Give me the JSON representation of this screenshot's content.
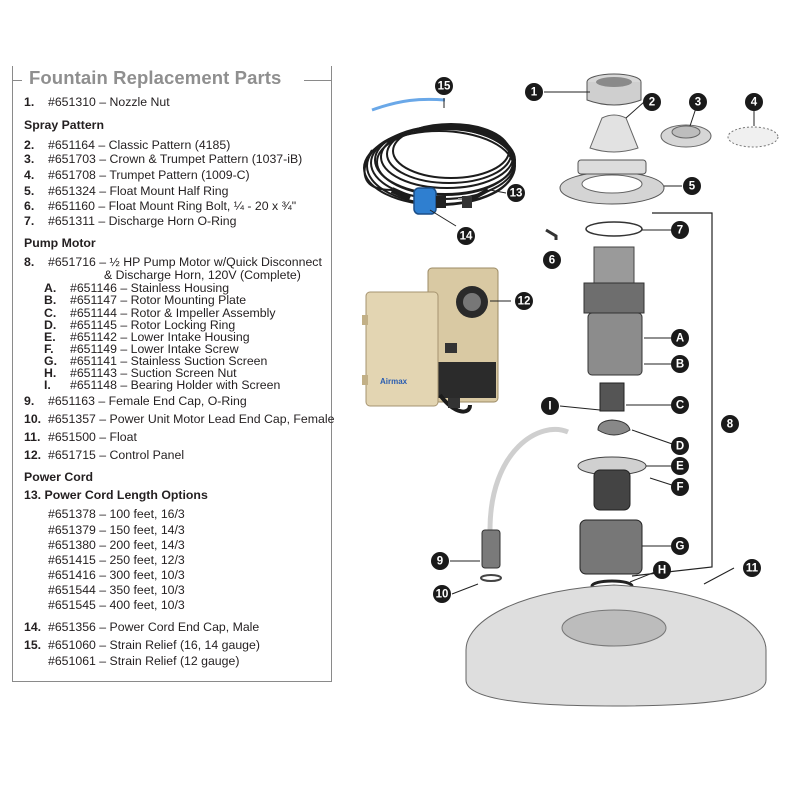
{
  "title": "Fountain Replacement Parts",
  "parts": [
    {
      "n": "1.",
      "t": "#651310 – Nozzle Nut"
    },
    {
      "head": "Spray Pattern"
    },
    {
      "n": "2.",
      "t": "#651164 – Classic Pattern (4185)"
    },
    {
      "n": "3.",
      "t": "#651703 – Crown & Trumpet Pattern (1037-iB)"
    },
    {
      "n": "4.",
      "t": "#651708 – Trumpet Pattern (1009-C)"
    },
    {
      "n": "5.",
      "t": "#651324 – Float Mount Half Ring"
    },
    {
      "n": "6.",
      "t": "#651160 – Float Mount Ring Bolt, ¼ - 20 x ¾\""
    },
    {
      "n": "7.",
      "t": "#651311 – Discharge Horn O-Ring"
    },
    {
      "head": "Pump Motor"
    },
    {
      "n": "8.",
      "t": "#651716 – ½ HP Pump Motor w/Quick Disconnect"
    },
    {
      "t2": "& Discharge Horn, 120V (Complete)"
    },
    {
      "l": "A.",
      "t": "#651146 – Stainless Housing"
    },
    {
      "l": "B.",
      "t": "#651147 – Rotor Mounting Plate"
    },
    {
      "l": "C.",
      "t": "#651144 – Rotor & Impeller Assembly"
    },
    {
      "l": "D.",
      "t": "#651145 – Rotor Locking Ring"
    },
    {
      "l": "E.",
      "t": "#651142 – Lower Intake Housing"
    },
    {
      "l": "F.",
      "t": "#651149 – Lower Intake Screw"
    },
    {
      "l": "G.",
      "t": "#651141 – Stainless Suction Screen"
    },
    {
      "l": "H.",
      "t": "#651143 – Suction Screen Nut"
    },
    {
      "l": "I.",
      "t": "#651148 – Bearing Holder with Screen"
    },
    {
      "n": "9.",
      "t": "#651163 – Female End Cap, O-Ring"
    },
    {
      "n": "10.",
      "t": "#651357 – Power Unit Motor Lead End Cap, Female"
    },
    {
      "n": "11.",
      "t": "#651500 – Float"
    },
    {
      "n": "12.",
      "t": "#651715 – Control Panel"
    },
    {
      "head": "Power Cord"
    },
    {
      "head": "13. Power Cord Length Options"
    },
    {
      "c": "#651378 – 100 feet, 16/3"
    },
    {
      "c": "#651379 – 150 feet, 14/3"
    },
    {
      "c": "#651380 – 200 feet, 14/3"
    },
    {
      "c": "#651415 – 250 feet, 12/3"
    },
    {
      "c": "#651416 – 300 feet, 10/3"
    },
    {
      "c": "#651544 – 350 feet, 10/3"
    },
    {
      "c": "#651545 – 400 feet, 10/3"
    },
    {
      "n": "14.",
      "t": "#651356 – Power Cord End Cap, Male"
    },
    {
      "n": "15.",
      "t": "#651060 – Strain Relief (16, 14 gauge)"
    },
    {
      "c": "#651061 – Strain Relief (12 gauge)"
    }
  ],
  "callouts": [
    "1",
    "2",
    "3",
    "4",
    "5",
    "6",
    "7",
    "8",
    "9",
    "10",
    "11",
    "12",
    "13",
    "14",
    "15",
    "A",
    "B",
    "C",
    "D",
    "E",
    "F",
    "G",
    "H",
    "I"
  ],
  "panel_brand": "Airmax",
  "colors": {
    "title_gray": "#8f8f8f",
    "text": "#231f20",
    "callout": "#1a1a1a",
    "cord": "#1c1c1c",
    "control_box": "#d9c9a3",
    "float": "#dcdcdc",
    "cord_connector": "#2f7fd0"
  }
}
